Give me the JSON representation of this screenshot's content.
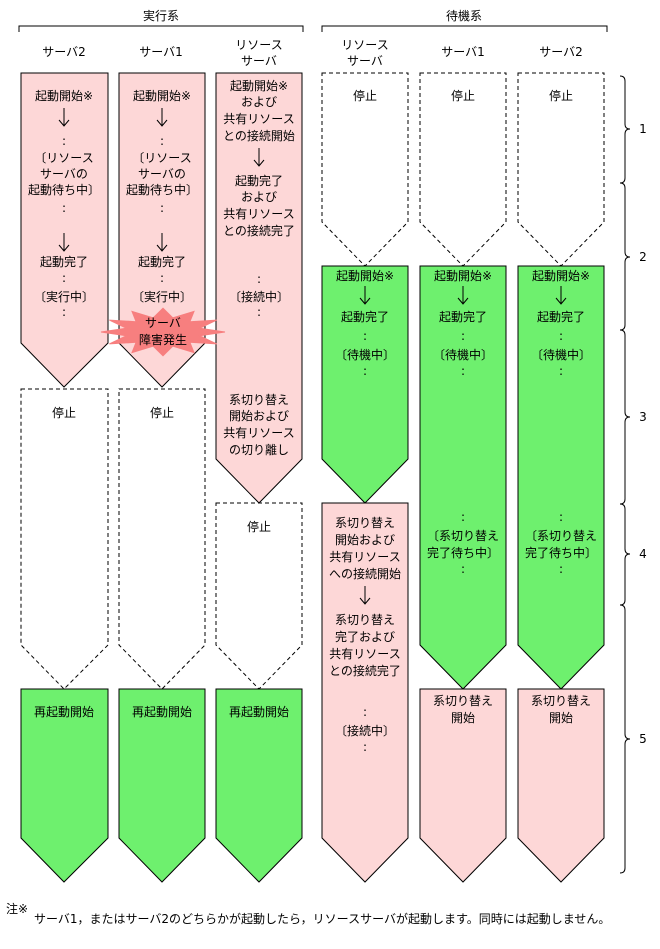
{
  "groups": {
    "active": "実行系",
    "standby": "待機系"
  },
  "columns": [
    [
      "サーバ2"
    ],
    [
      "サーバ1"
    ],
    [
      "リソース",
      "サーバ"
    ],
    [
      "リソース",
      "サーバ"
    ],
    [
      "サーバ1"
    ],
    [
      "サーバ2"
    ]
  ],
  "phases": [
    "1",
    "2",
    "3",
    "4",
    "5"
  ],
  "symbols": {
    "dots": ":",
    "down_arrow": "down-arrow-icon"
  },
  "texts": {
    "start_mark": "起動開始※",
    "wait_resource_1": "〔リソース",
    "wait_resource_2": "サーバの",
    "wait_resource_3": "起動待ち中〕",
    "start_complete": "起動完了",
    "running": "〔実行中〕",
    "failure_1": "サーバ",
    "failure_2": "障害発生",
    "stop": "停止",
    "restart": "再起動開始",
    "res_start_1": "起動開始※",
    "res_start_2": "および",
    "res_start_3": "共有リソース",
    "res_start_4": "との接続開始",
    "res_done_1": "起動完了",
    "res_done_2": "および",
    "res_done_3": "共有リソース",
    "res_done_4": "との接続完了",
    "connecting": "〔接続中〕",
    "res_sw_1": "系切り替え",
    "res_sw_2": "開始および",
    "res_sw_3": "共有リソース",
    "res_sw_4": "の切り離し",
    "standby_state": "〔待機中〕",
    "sb_res_sw_1": "系切り替え",
    "sb_res_sw_2": "開始および",
    "sb_res_sw_3": "共有リソース",
    "sb_res_sw_4": "への接続開始",
    "sb_res_done_1": "系切り替え",
    "sb_res_done_2": "完了および",
    "sb_res_done_3": "共有リソース",
    "sb_res_done_4": "との接続完了",
    "sw_wait_1": "〔系切り替え",
    "sw_wait_2": "完了待ち中〕",
    "sw_start_1": "系切り替え",
    "sw_start_2": "開始"
  },
  "note": {
    "head": "注※",
    "body": "サーバ1，またはサーバ2のどちらかが起動したら，リソースサーバが起動します。同時には起動しません。"
  },
  "colors": {
    "active_state": "#fdd7d7",
    "standby_state": "#6ef06e",
    "failure_burst": "#f77f7f"
  }
}
